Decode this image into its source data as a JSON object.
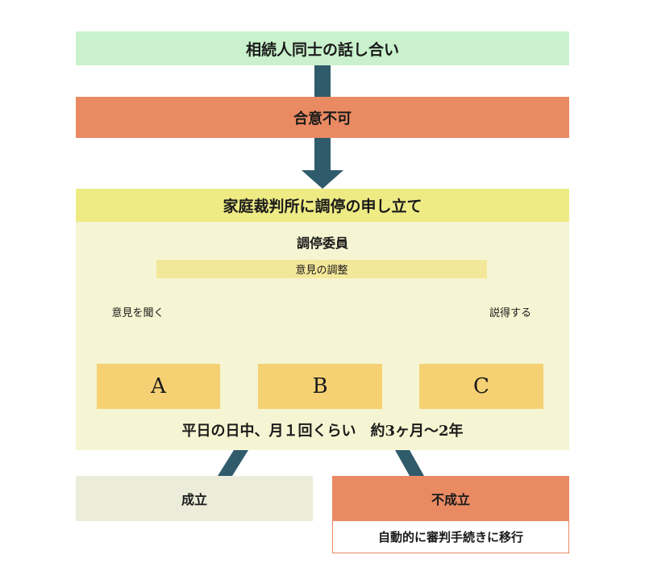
{
  "steps": {
    "discussion": "相続人同士の話し合い",
    "disagreement": "合意不可",
    "petition": "家庭裁判所に調停の申し立て"
  },
  "mediation": {
    "committee": "調停委員",
    "adjust": "意見の調整",
    "listen": "意見を聞く",
    "persuade": "説得する",
    "parties": [
      "A",
      "B",
      "C"
    ],
    "schedule": "平日の日中、月１回くらい　約3ヶ月〜2年"
  },
  "outcomes": {
    "success": "成立",
    "failure": "不成立",
    "transfer": "自動的に審判手続きに移行"
  },
  "colors": {
    "green": "#c9f2cc",
    "salmon": "#e98a63",
    "yellow_band": "#eeeb85",
    "cream": "#f6f5d3",
    "adjust_bar": "#f3e79a",
    "party": "#f5d174",
    "arrow": "#305b6b",
    "success_bg": "#ebedda"
  }
}
